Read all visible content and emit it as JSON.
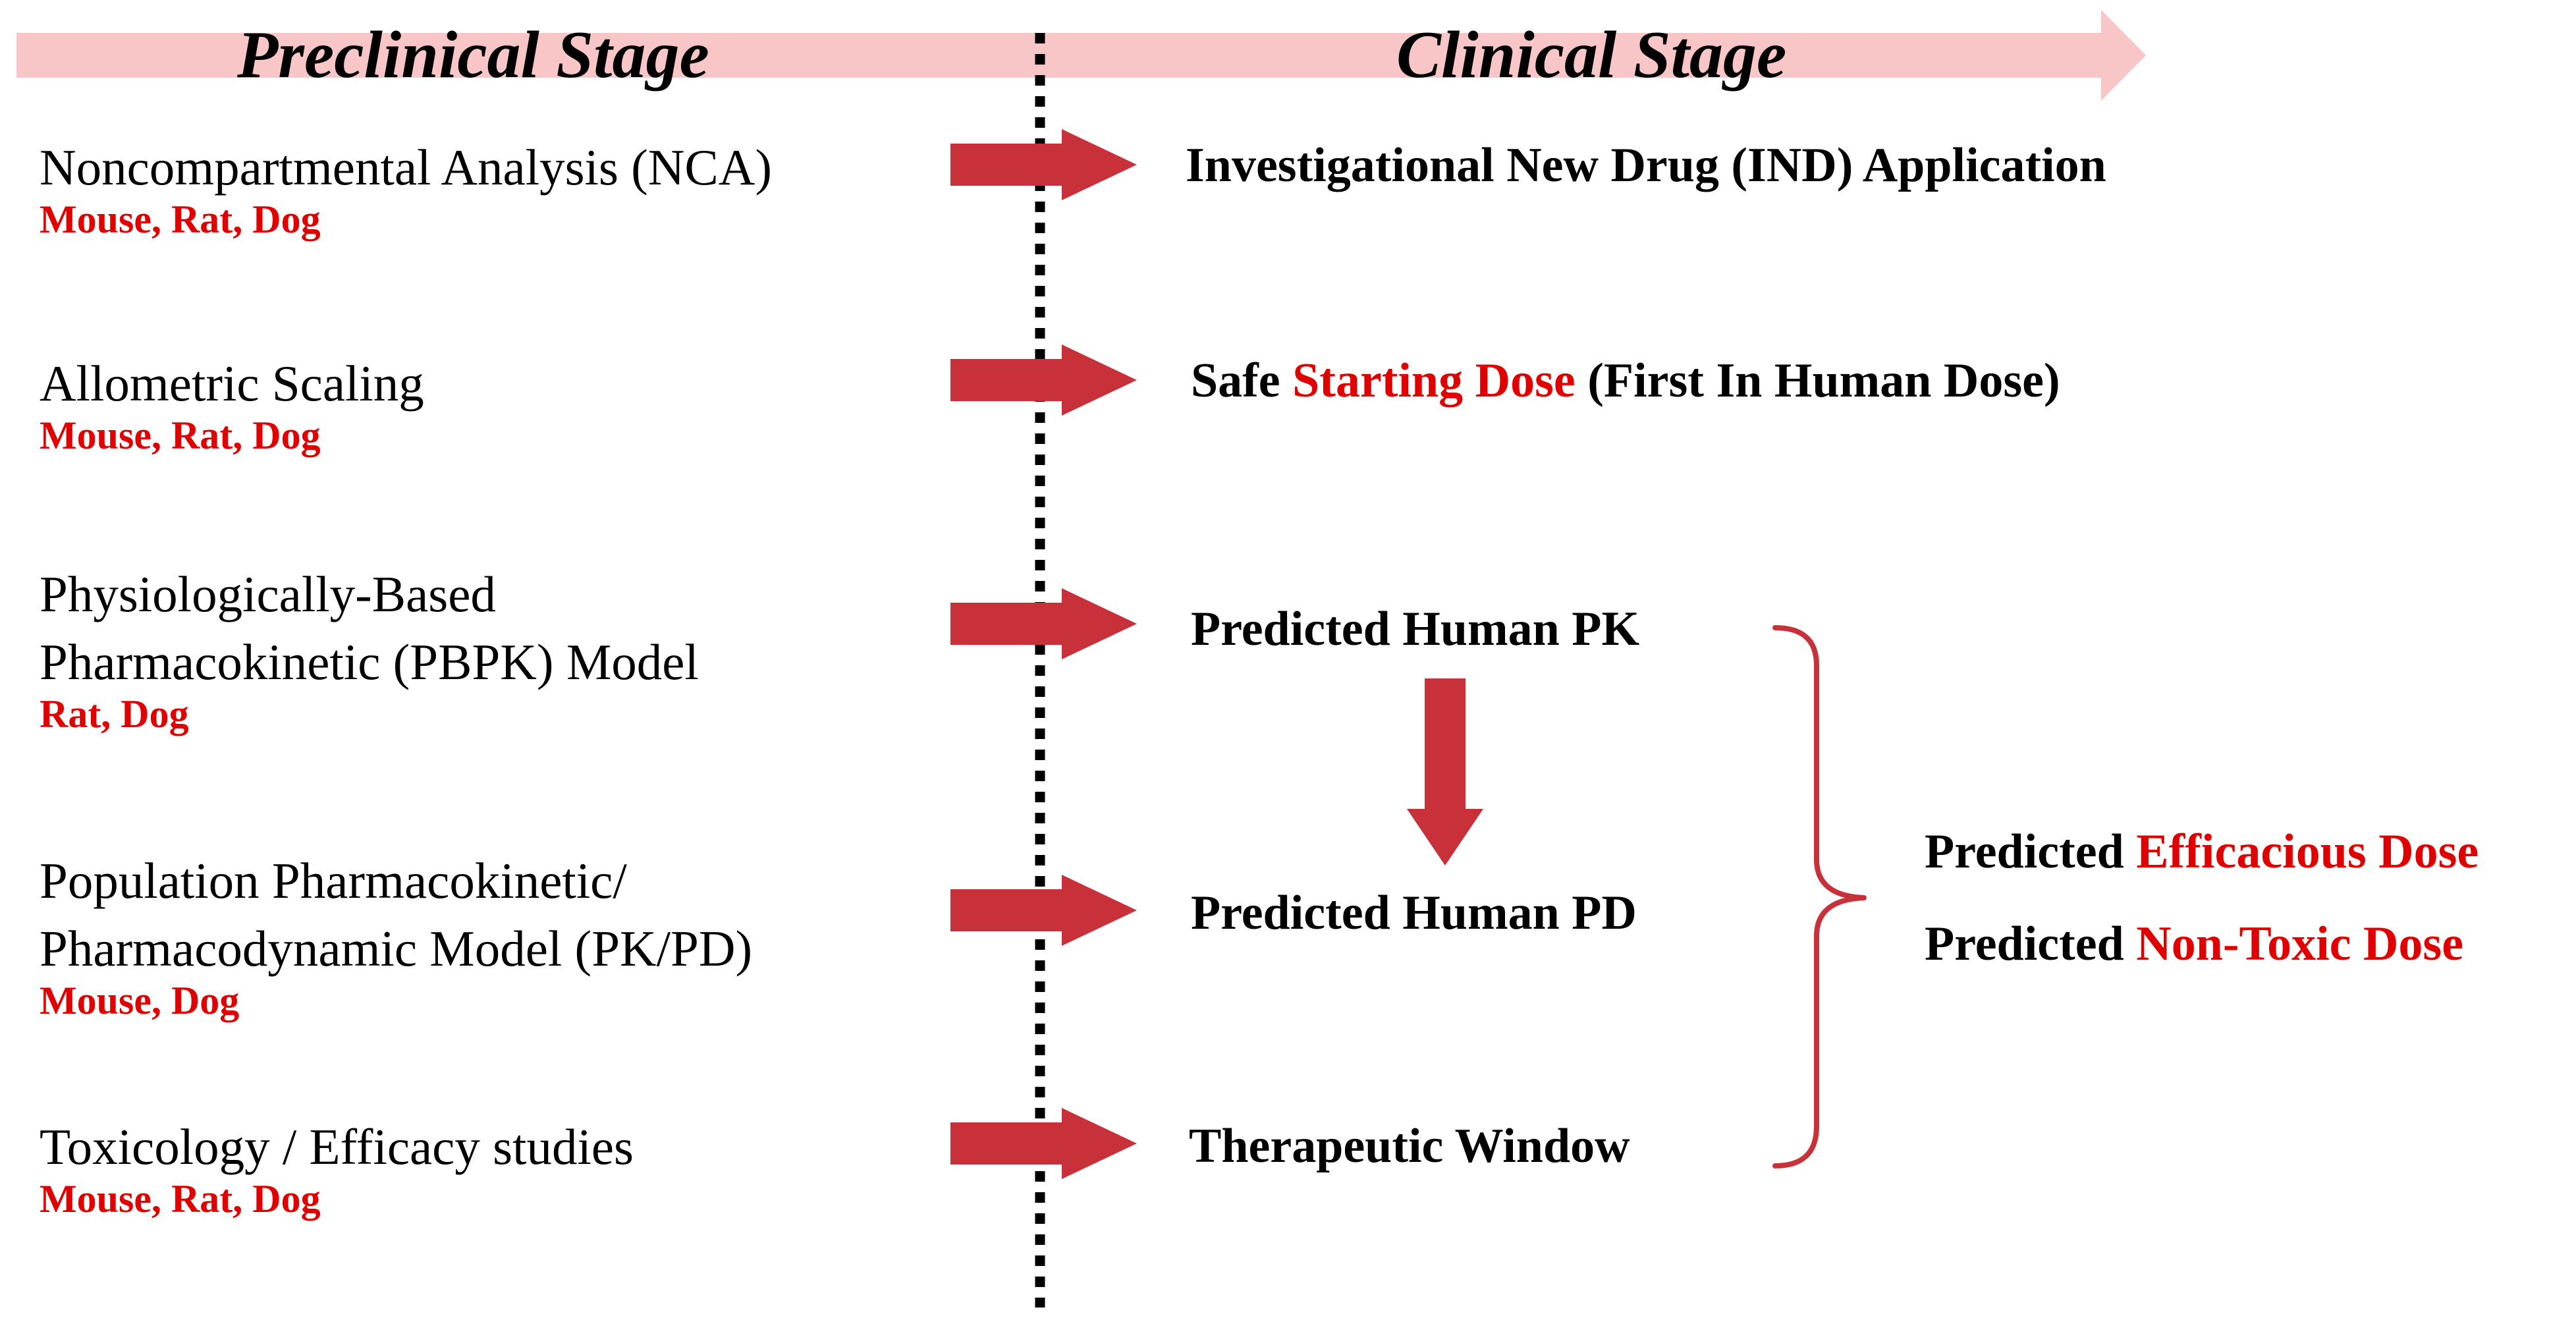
{
  "colors": {
    "banner": "#f8c6c6",
    "arrow": "#c8313a",
    "highlight": "#e00000",
    "text": "#000000",
    "divider": "#000000"
  },
  "stages": {
    "preclinical": "Preclinical Stage",
    "clinical": "Clinical Stage"
  },
  "methods": [
    {
      "lines": [
        "Noncompartmental Analysis (NCA)"
      ],
      "species": "Mouse, Rat, Dog"
    },
    {
      "lines": [
        "Allometric Scaling"
      ],
      "species": "Mouse, Rat, Dog"
    },
    {
      "lines": [
        "Physiologically-Based",
        "Pharmacokinetic (PBPK) Model"
      ],
      "species": "Rat, Dog"
    },
    {
      "lines": [
        "Population Pharmacokinetic/",
        "Pharmacodynamic Model (PK/PD)"
      ],
      "species": "Mouse, Dog"
    },
    {
      "lines": [
        "Toxicology / Efficacy studies"
      ],
      "species": "Mouse, Rat, Dog"
    }
  ],
  "outcomes": {
    "ind": "Investigational New Drug (IND) Application",
    "safe_dose": {
      "pre": "Safe ",
      "highlight": "Starting Dose",
      "post": " (First In Human Dose)"
    },
    "human_pk": "Predicted Human PK",
    "human_pd": "Predicted Human PD",
    "therapeutic_window": "Therapeutic Window"
  },
  "predictions": [
    {
      "pre": "Predicted ",
      "highlight": "Efficacious Dose"
    },
    {
      "pre": "Predicted ",
      "highlight": "Non-Toxic Dose"
    }
  ]
}
